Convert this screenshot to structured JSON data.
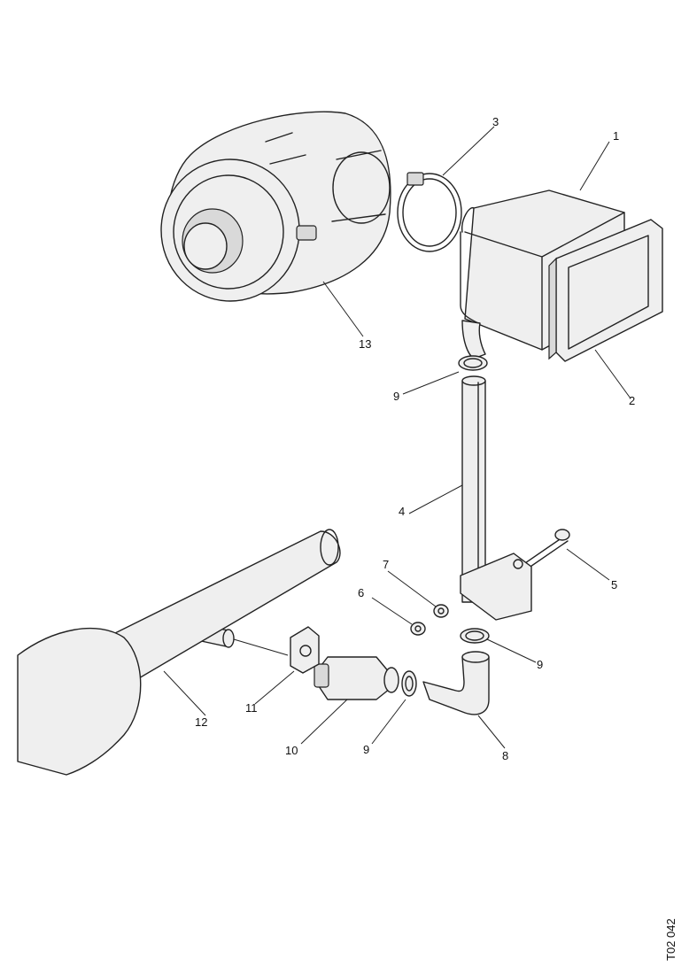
{
  "callouts": [
    "1",
    "2",
    "3",
    "4",
    "5",
    "6",
    "7",
    "8",
    "9",
    "9",
    "9",
    "10",
    "11",
    "12",
    "13"
  ],
  "drawing_code": "T02 042"
}
